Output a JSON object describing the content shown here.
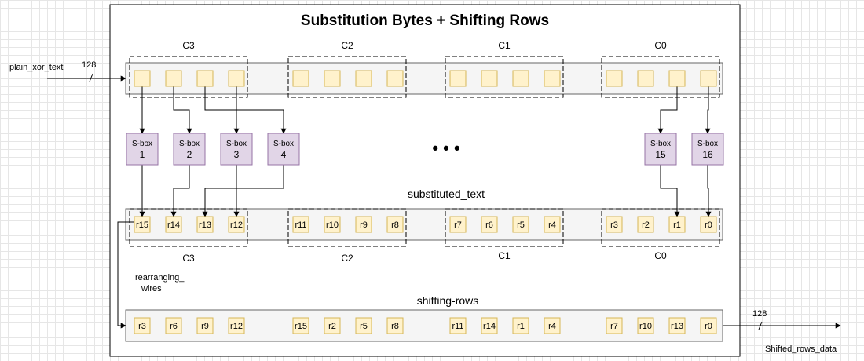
{
  "title": "Substitution Bytes + Shifting Rows",
  "input_label": "plain_xor_text",
  "input_width": "128",
  "output_label": "Shifted_rows_data",
  "output_width": "128",
  "group_labels_top": [
    "C3",
    "C2",
    "C1",
    "C0"
  ],
  "group_labels_mid": [
    "C3",
    "C2",
    "C1",
    "C0"
  ],
  "sboxes": [
    {
      "name": "S-box",
      "num": "1"
    },
    {
      "name": "S-box",
      "num": "2"
    },
    {
      "name": "S-box",
      "num": "3"
    },
    {
      "name": "S-box",
      "num": "4"
    },
    {
      "name": "S-box",
      "num": "15"
    },
    {
      "name": "S-box",
      "num": "16"
    }
  ],
  "ellipsis": "• • •",
  "substituted_label": "substituted_text",
  "substituted_cells": [
    "r15",
    "r14",
    "r13",
    "r12",
    "r11",
    "r10",
    "r9",
    "r8",
    "r7",
    "r6",
    "r5",
    "r4",
    "r3",
    "r2",
    "r1",
    "r0"
  ],
  "rearranging_label": [
    "rearranging_",
    "wires"
  ],
  "shifting_label": "shifting-rows",
  "shifted_cells": [
    "r3",
    "r6",
    "r9",
    "r12",
    "r15",
    "r2",
    "r5",
    "r8",
    "r11",
    "r14",
    "r1",
    "r4",
    "r7",
    "r10",
    "r13",
    "r0"
  ]
}
